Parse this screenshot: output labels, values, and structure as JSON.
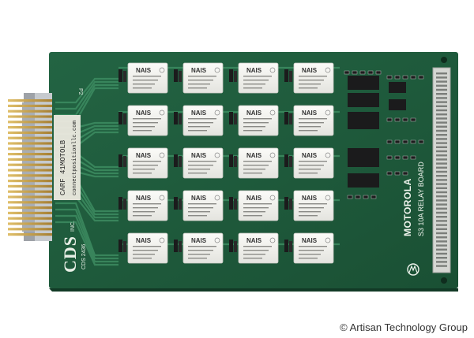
{
  "photo": {
    "subject": "MOTOROLA S3 10A RELAY BOARD",
    "board_colors": {
      "pcb": "#1f5a3c",
      "pcb_light": "#2d7552",
      "trace": "#3f8f63",
      "relay_body": "#f3f3f0",
      "connector_pins": "#c9a14a",
      "connector_body": "#b8bcc0"
    }
  },
  "board_text": {
    "maker": "MOTOROLA",
    "board_name": "S3 10A RELAY BOARD",
    "cds_logo": "CDS",
    "cds_suffix": "INC.",
    "cds_part": "CDS 2436",
    "sticker_line1": "CARF 41MOTOLB",
    "sticker_line2": "connectpositionllc.com",
    "connector_label": "P2",
    "relay_brand": "NAIS"
  },
  "relay_grid": {
    "rows": 5,
    "cols": 4
  },
  "copyright": {
    "symbol": "©",
    "text": "Artisan Technology Group"
  }
}
